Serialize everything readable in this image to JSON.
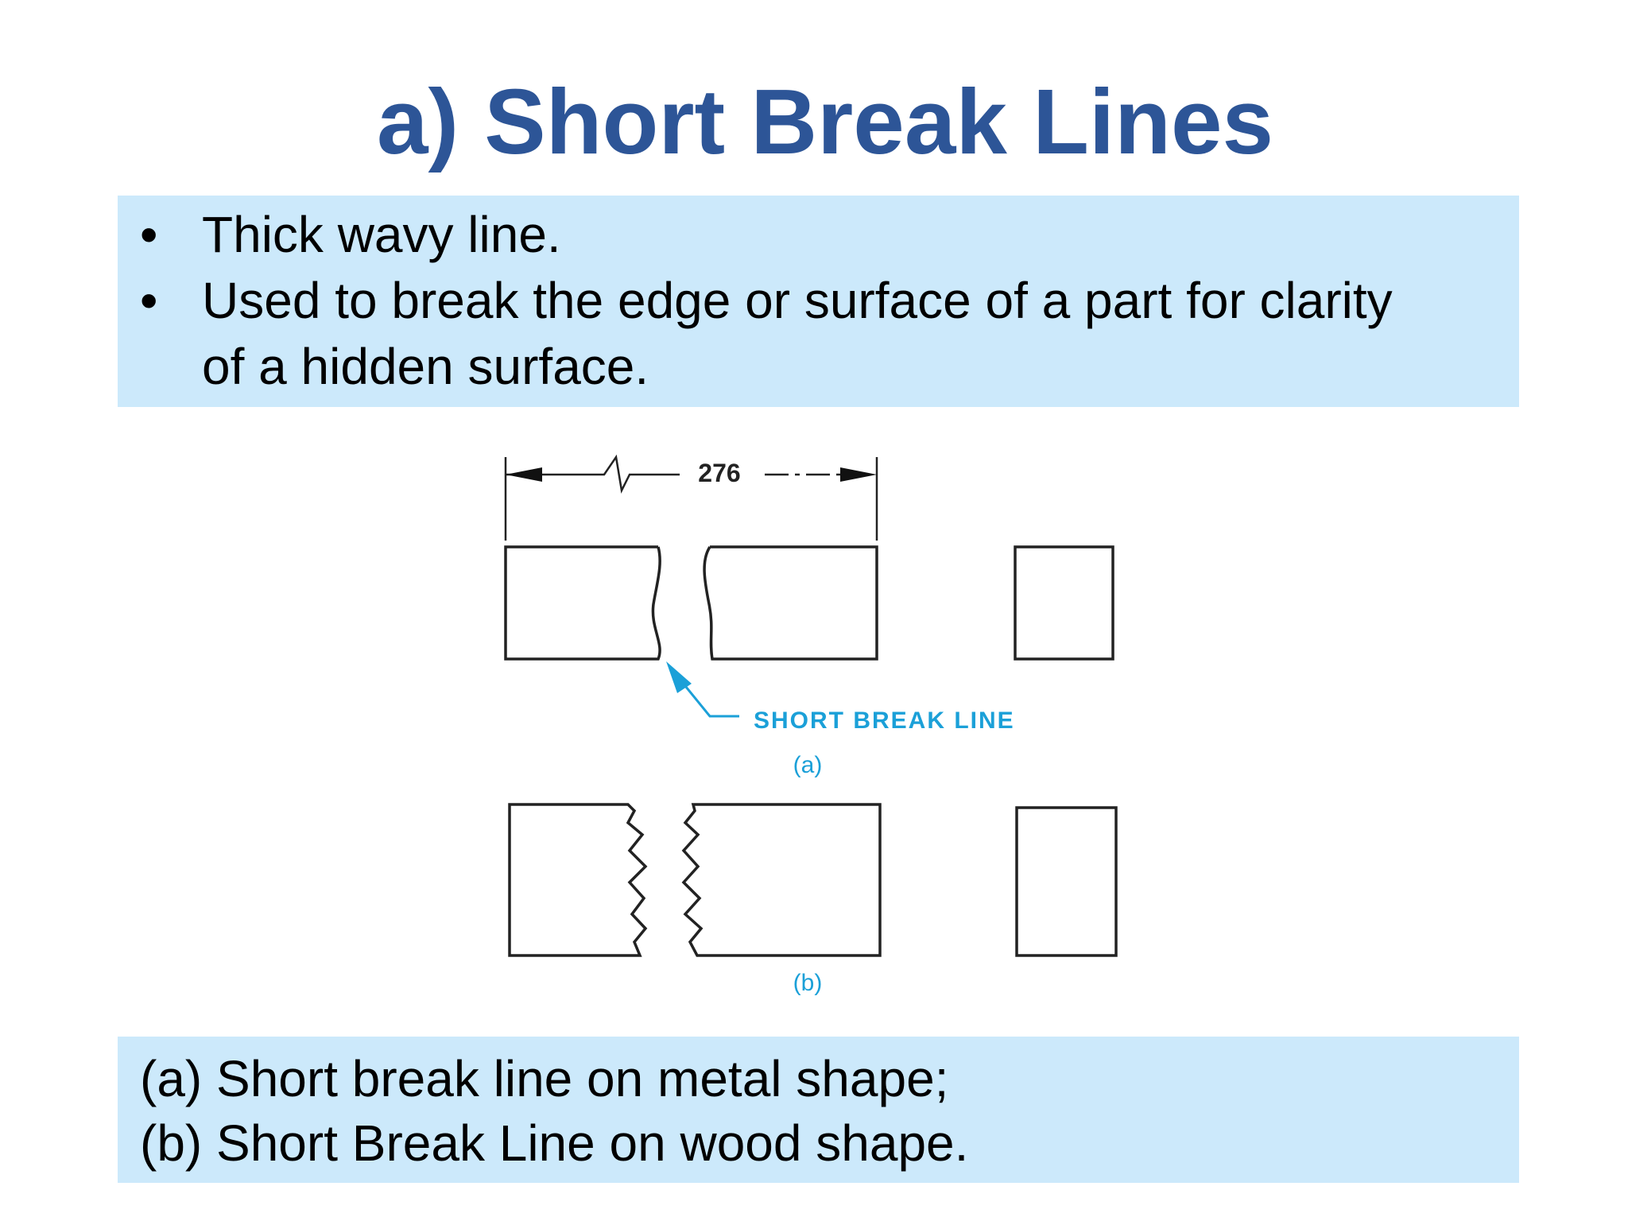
{
  "slide": {
    "title": "a) Short Break Lines",
    "title_color": "#2d5597",
    "box_color": "#cce9fb",
    "bullets": [
      {
        "marker": "•",
        "lines": [
          "Thick wavy line."
        ]
      },
      {
        "marker": "•",
        "lines": [
          "Used to break the edge or surface of a part for clarity",
          "of a hidden surface."
        ]
      }
    ],
    "figure": {
      "dimension_value": "276",
      "callout_label": "SHORT BREAK LINE",
      "callout_color": "#1ba0d8",
      "sublabel_a": "(a)",
      "sublabel_b": "(b)"
    },
    "caption": {
      "lines": [
        "(a) Short break line on metal shape;",
        "(b) Short Break Line on wood shape."
      ]
    }
  }
}
